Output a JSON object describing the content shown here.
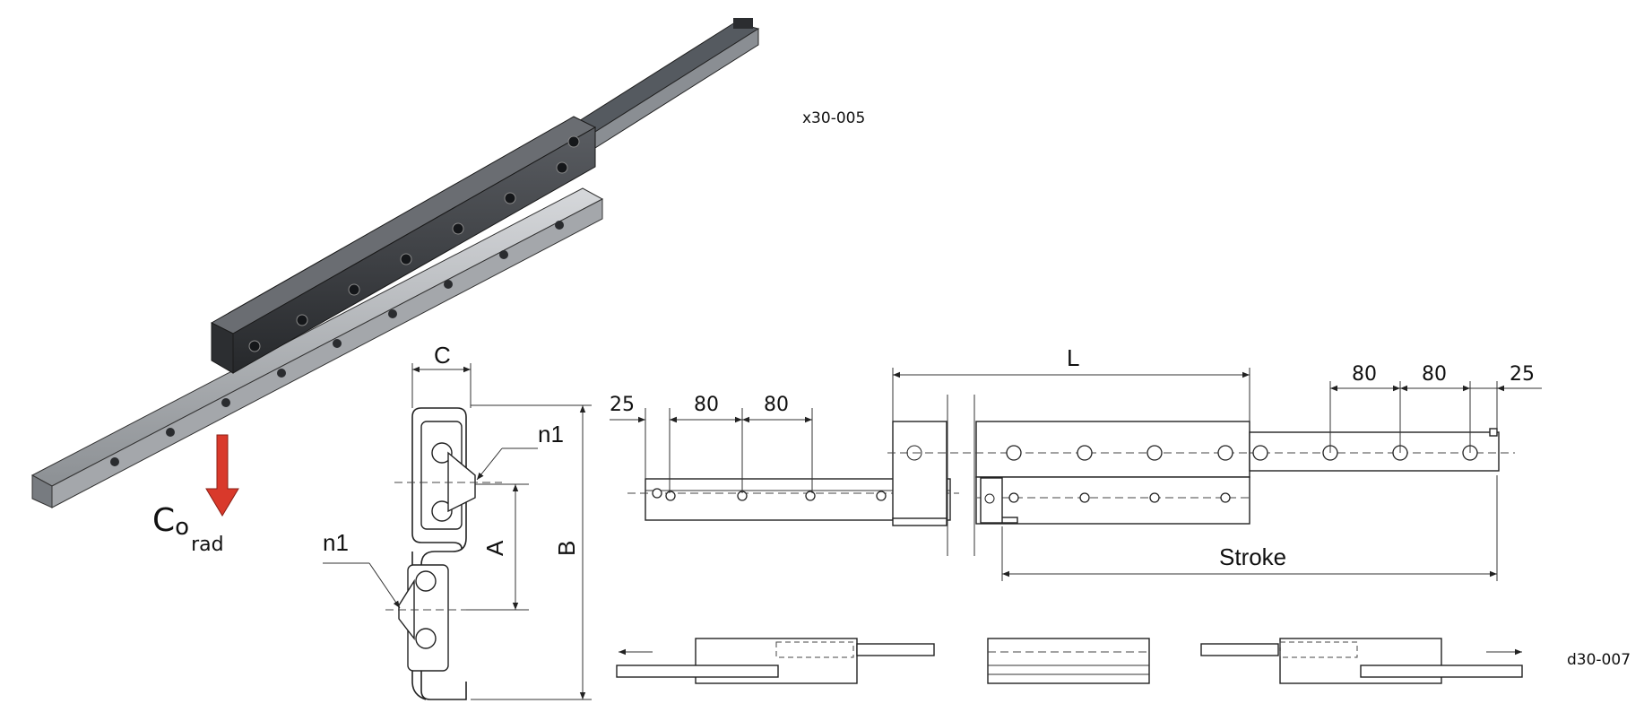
{
  "references": {
    "iso_view": "x30-005",
    "drawing": "d30-007"
  },
  "load": {
    "symbol": "C",
    "sub1": "o",
    "sub2": "rad",
    "arrow_color": "#d9392b"
  },
  "cross_section": {
    "labels": {
      "c": "C",
      "n1_top": "n1",
      "n1_bottom": "n1",
      "a": "A",
      "b": "B"
    }
  },
  "side_view": {
    "labels": {
      "left_25": "25",
      "left_80a": "80",
      "left_80b": "80",
      "length": "L",
      "right_80a": "80",
      "right_80b": "80",
      "right_25": "25",
      "stroke": "Stroke"
    }
  },
  "colors": {
    "rail_dark": "#3a3c40",
    "rail_light": "#b9bcc0",
    "line": "#222222"
  }
}
